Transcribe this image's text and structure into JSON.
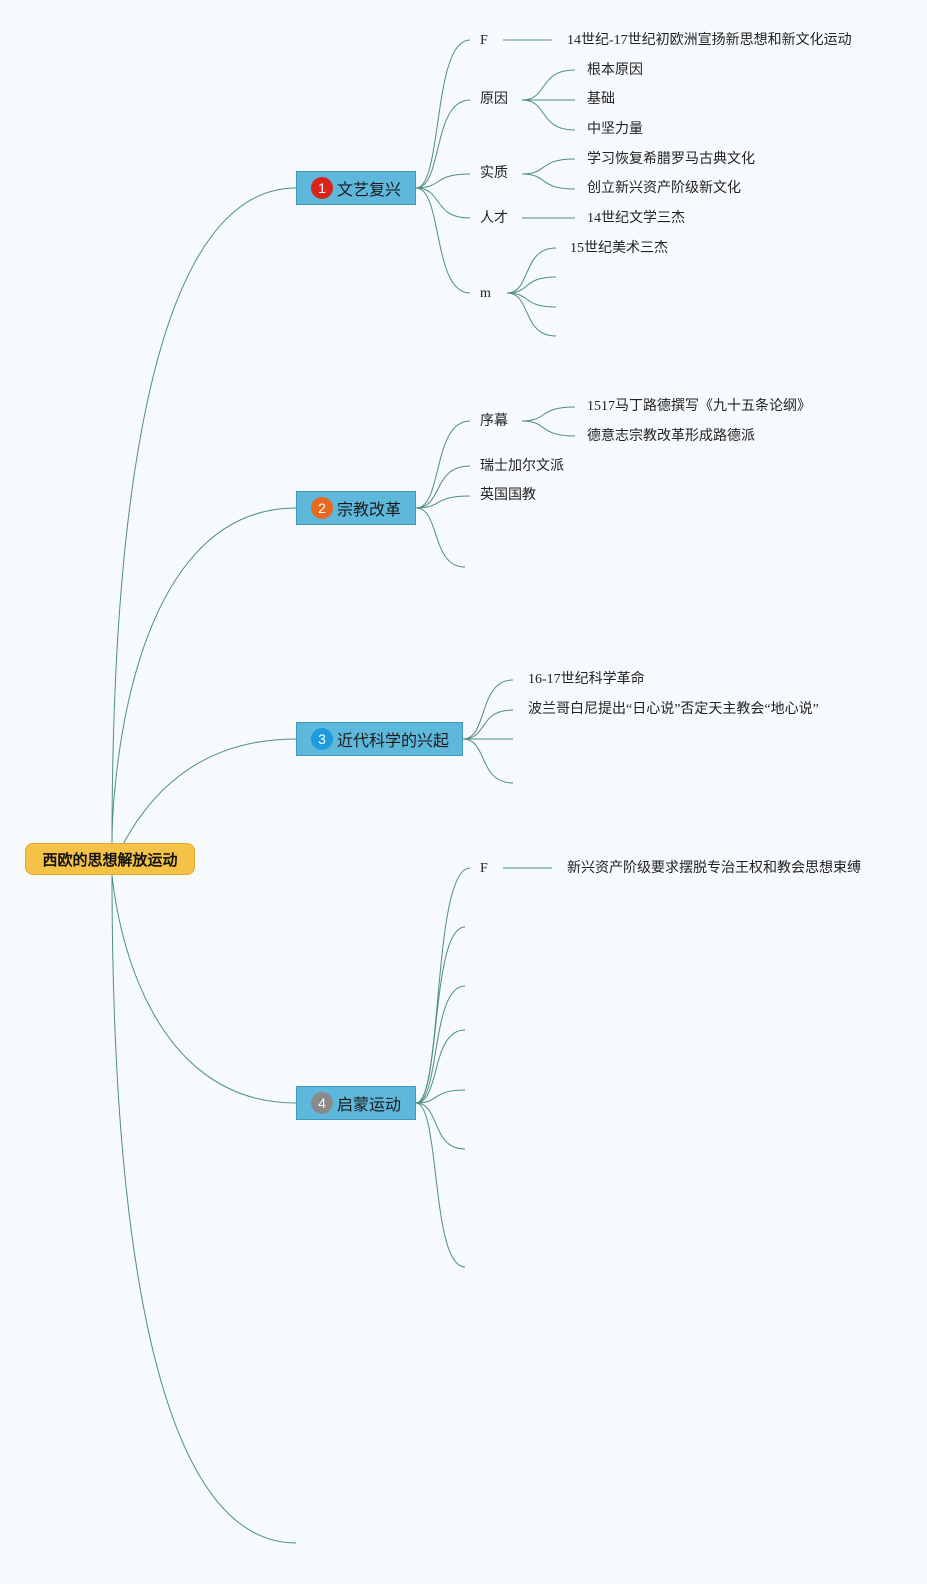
{
  "root": {
    "label": "西欧的思想解放运动",
    "color": "#f4c246"
  },
  "colors": {
    "link": "#4f8f7e",
    "branch_fill": "#5db8db"
  },
  "branches": [
    {
      "num": "1",
      "badge_color": "#d9241b",
      "label": "文艺复兴",
      "children": [
        {
          "label": "F",
          "children": [
            {
              "label": "14世纪-17世纪初欧洲宣扬新思想和新文化运动"
            }
          ]
        },
        {
          "label": "原因",
          "children": [
            {
              "label": "根本原因"
            },
            {
              "label": "基础"
            },
            {
              "label": "中坚力量"
            }
          ]
        },
        {
          "label": "实质",
          "children": [
            {
              "label": "学习恢复希腊罗马古典文化"
            },
            {
              "label": "创立新兴资产阶级新文化"
            }
          ]
        },
        {
          "label": "人才",
          "children": [
            {
              "label": "14世纪文学三杰"
            }
          ]
        },
        {
          "label": "m",
          "children": [
            {
              "label": "15世纪美术三杰"
            },
            {
              "label": ""
            },
            {
              "label": ""
            },
            {
              "label": ""
            }
          ]
        }
      ]
    },
    {
      "num": "2",
      "badge_color": "#e8691d",
      "label": "宗教改革",
      "children": [
        {
          "label": "序幕",
          "children": [
            {
              "label": "1517马丁路德撰写《九十五条论纲》"
            },
            {
              "label": "德意志宗教改革形成路德派"
            }
          ]
        },
        {
          "label": "瑞士加尔文派"
        },
        {
          "label": "英国国教"
        },
        {
          "label": ""
        }
      ]
    },
    {
      "num": "3",
      "badge_color": "#1e9be0",
      "label": "近代科学的兴起",
      "children": [
        {
          "label": "16-17世纪科学革命"
        },
        {
          "label": "波兰哥白尼提出“日心说”否定天主教会“地心说”"
        },
        {
          "label": ""
        },
        {
          "label": ""
        }
      ]
    },
    {
      "num": "4",
      "badge_color": "#8a8a8a",
      "label": "启蒙运动",
      "children": [
        {
          "label": "F",
          "children": [
            {
              "label": "新兴资产阶级要求摆脱专治王权和教会思想束缚"
            }
          ]
        },
        {
          "label": ""
        },
        {
          "label": ""
        },
        {
          "label": ""
        },
        {
          "label": ""
        },
        {
          "label": ""
        },
        {
          "label": ""
        }
      ]
    }
  ]
}
